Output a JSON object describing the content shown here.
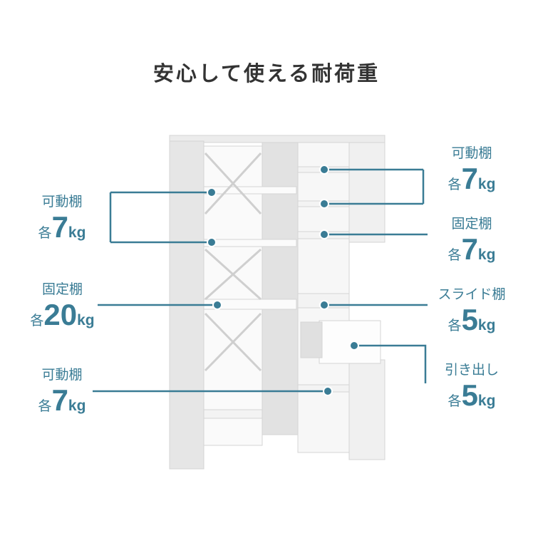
{
  "title": "安心して使える耐荷重",
  "accent": "#3a7c95",
  "labels": [
    {
      "name": "可動棚",
      "prefix": "各",
      "value": "7",
      "unit": "kg"
    },
    {
      "name": "固定棚",
      "prefix": "各",
      "value": "20",
      "unit": "kg"
    },
    {
      "name": "可動棚",
      "prefix": "各",
      "value": "7",
      "unit": "kg"
    },
    {
      "name": "可動棚",
      "prefix": "各",
      "value": "7",
      "unit": "kg"
    },
    {
      "name": "固定棚",
      "prefix": "各",
      "value": "7",
      "unit": "kg"
    },
    {
      "name": "スライド棚",
      "prefix": "各",
      "value": "5",
      "unit": "kg"
    },
    {
      "name": "引き出し",
      "prefix": "各",
      "value": "5",
      "unit": "kg"
    }
  ]
}
